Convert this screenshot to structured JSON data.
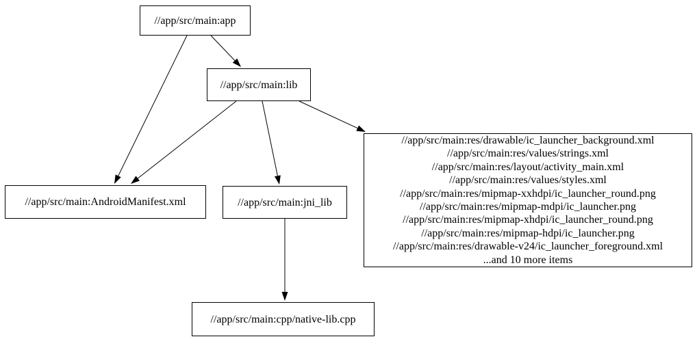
{
  "graph": {
    "background_color": "#ffffff",
    "node_border_color": "#000000",
    "text_color": "#000000",
    "edge_color": "#000000",
    "nodes": [
      {
        "id": "app",
        "label": "//app/src/main:app"
      },
      {
        "id": "lib",
        "label": "//app/src/main:lib"
      },
      {
        "id": "android_manifest",
        "label": "//app/src/main:AndroidManifest.xml"
      },
      {
        "id": "jni_lib",
        "label": "//app/src/main:jni_lib"
      },
      {
        "id": "res_group",
        "lines": [
          "//app/src/main:res/drawable/ic_launcher_background.xml",
          "//app/src/main:res/values/strings.xml",
          "//app/src/main:res/layout/activity_main.xml",
          "//app/src/main:res/values/styles.xml",
          "//app/src/main:res/mipmap-xxhdpi/ic_launcher_round.png",
          "//app/src/main:res/mipmap-mdpi/ic_launcher.png",
          "//app/src/main:res/mipmap-xhdpi/ic_launcher_round.png",
          "//app/src/main:res/mipmap-hdpi/ic_launcher.png",
          "//app/src/main:res/drawable-v24/ic_launcher_foreground.xml",
          "...and 10 more items"
        ]
      },
      {
        "id": "native_lib_cpp",
        "label": "//app/src/main:cpp/native-lib.cpp"
      }
    ],
    "edges": [
      {
        "from": "app",
        "to": "lib"
      },
      {
        "from": "app",
        "to": "android_manifest"
      },
      {
        "from": "lib",
        "to": "android_manifest"
      },
      {
        "from": "lib",
        "to": "jni_lib"
      },
      {
        "from": "lib",
        "to": "res_group"
      },
      {
        "from": "jni_lib",
        "to": "native_lib_cpp"
      }
    ]
  }
}
